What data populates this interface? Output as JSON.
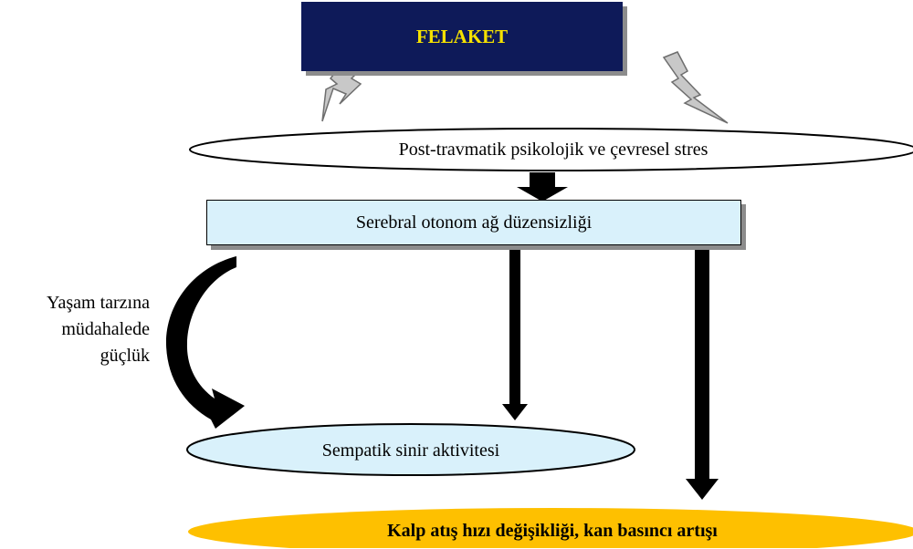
{
  "nodes": {
    "felaket": "FELAKET",
    "stres": "Post-travmatik psikolojik ve çevresel stres",
    "serebral": "Serebral otonom ağ düzensizliği",
    "sempatik": "Sempatik sinir aktivitesi",
    "kalp": "Kalp atış hızı değişikliği, kan basıncı artışı"
  },
  "side_label": {
    "lines": [
      "Yaşam tarzına",
      "müdahalede",
      "güçlük"
    ]
  },
  "colors": {
    "felaket_fill": "#0e1a59",
    "felaket_text": "#f5e100",
    "serebral_fill": "#d9f1fb",
    "sempatik_fill": "#d9f1fb",
    "kalp_fill": "#fec000",
    "lightning_fill": "#c8c8c8",
    "arrow_fill": "#000000"
  }
}
